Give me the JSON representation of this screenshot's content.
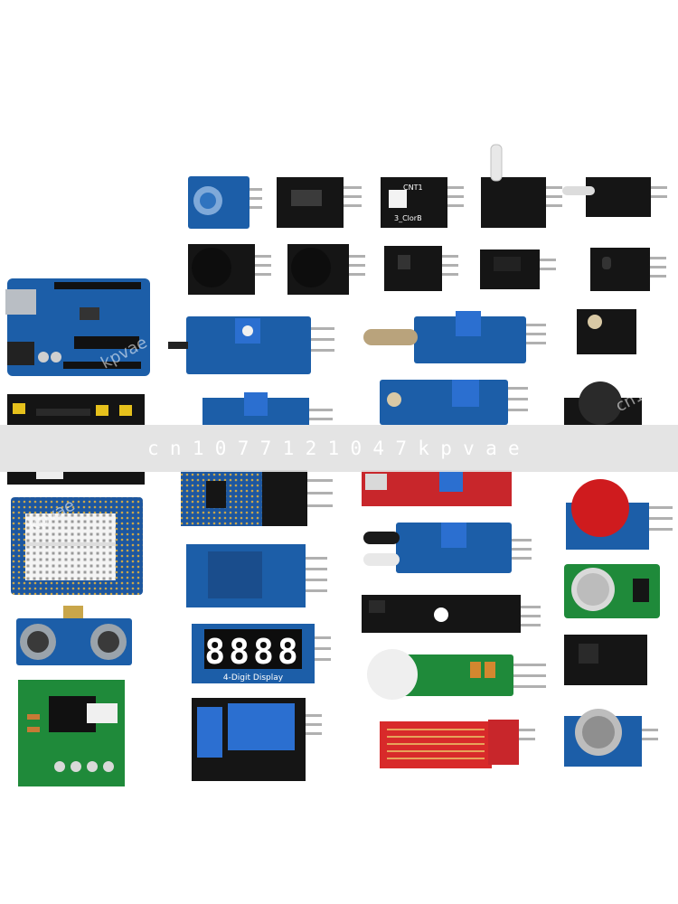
{
  "watermark_banner": "cn1077121047kpvae",
  "faint_watermarks": [
    "kpvae",
    "cn10",
    "kpvae"
  ],
  "seven_segment_display": {
    "digits": "8888",
    "caption": "4-Digit Display"
  },
  "colors": {
    "background": "#ffffff",
    "pcb_blue": "#1f5fa8",
    "pcb_black": "#151515",
    "pcb_green": "#1f8a3a",
    "pcb_red": "#c8262b",
    "banner": "#e2e2e2"
  }
}
